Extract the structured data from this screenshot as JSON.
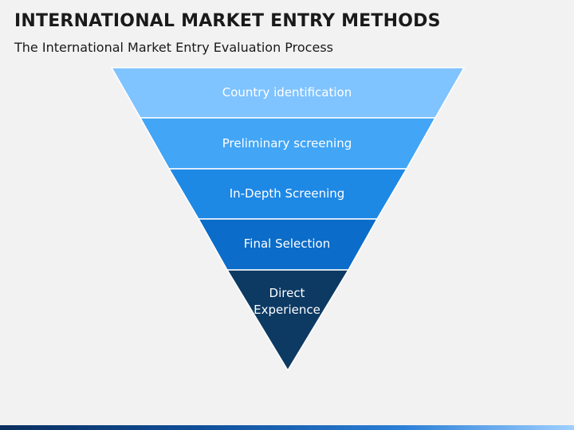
{
  "header": {
    "title": "INTERNATIONAL MARKET ENTRY METHODS",
    "subtitle": "The International Market Entry Evaluation Process"
  },
  "funnel": {
    "layers": [
      {
        "label": "Country identification",
        "color": "#7fc3ff"
      },
      {
        "label": "Preliminary screening",
        "color": "#42a5f5"
      },
      {
        "label": "In-Depth Screening",
        "color": "#1e88e5"
      },
      {
        "label": "Final Selection",
        "color": "#0b6cc9"
      },
      {
        "label_line1": "Direct",
        "label_line2": "Experience",
        "color": "#0d3a63"
      }
    ]
  }
}
